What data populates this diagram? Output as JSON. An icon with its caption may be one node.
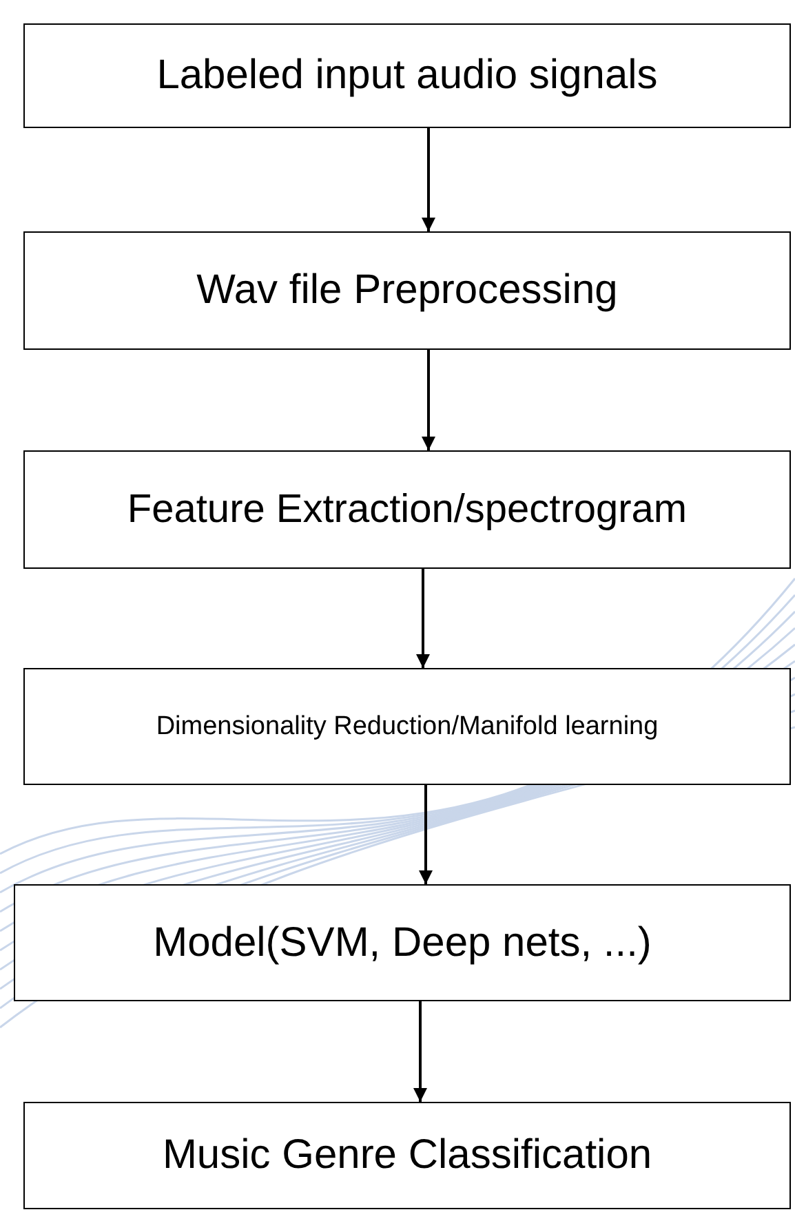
{
  "diagram": {
    "nodes": [
      {
        "text": [
          "Labeled input audio signals"
        ]
      },
      {
        "text": [
          "Wav file Preprocessing"
        ]
      },
      {
        "text": [
          "Feature Extraction/spectrogram"
        ]
      },
      {
        "text": [
          "Dimensionality Reduction/Manifold learning"
        ]
      },
      {
        "text": [
          "Model(SVM, Deep nets, ...)"
        ]
      },
      {
        "text": [
          "Music Genre Classification"
        ]
      }
    ],
    "edges": [
      {
        "from": 0,
        "to": 1,
        "arrow": "to"
      },
      {
        "from": 1,
        "to": 2,
        "arrow": "to"
      },
      {
        "from": 2,
        "to": 3,
        "arrow": "to"
      },
      {
        "from": 3,
        "to": 4,
        "arrow": "to"
      },
      {
        "from": 4,
        "to": 5,
        "arrow": "to"
      }
    ]
  }
}
